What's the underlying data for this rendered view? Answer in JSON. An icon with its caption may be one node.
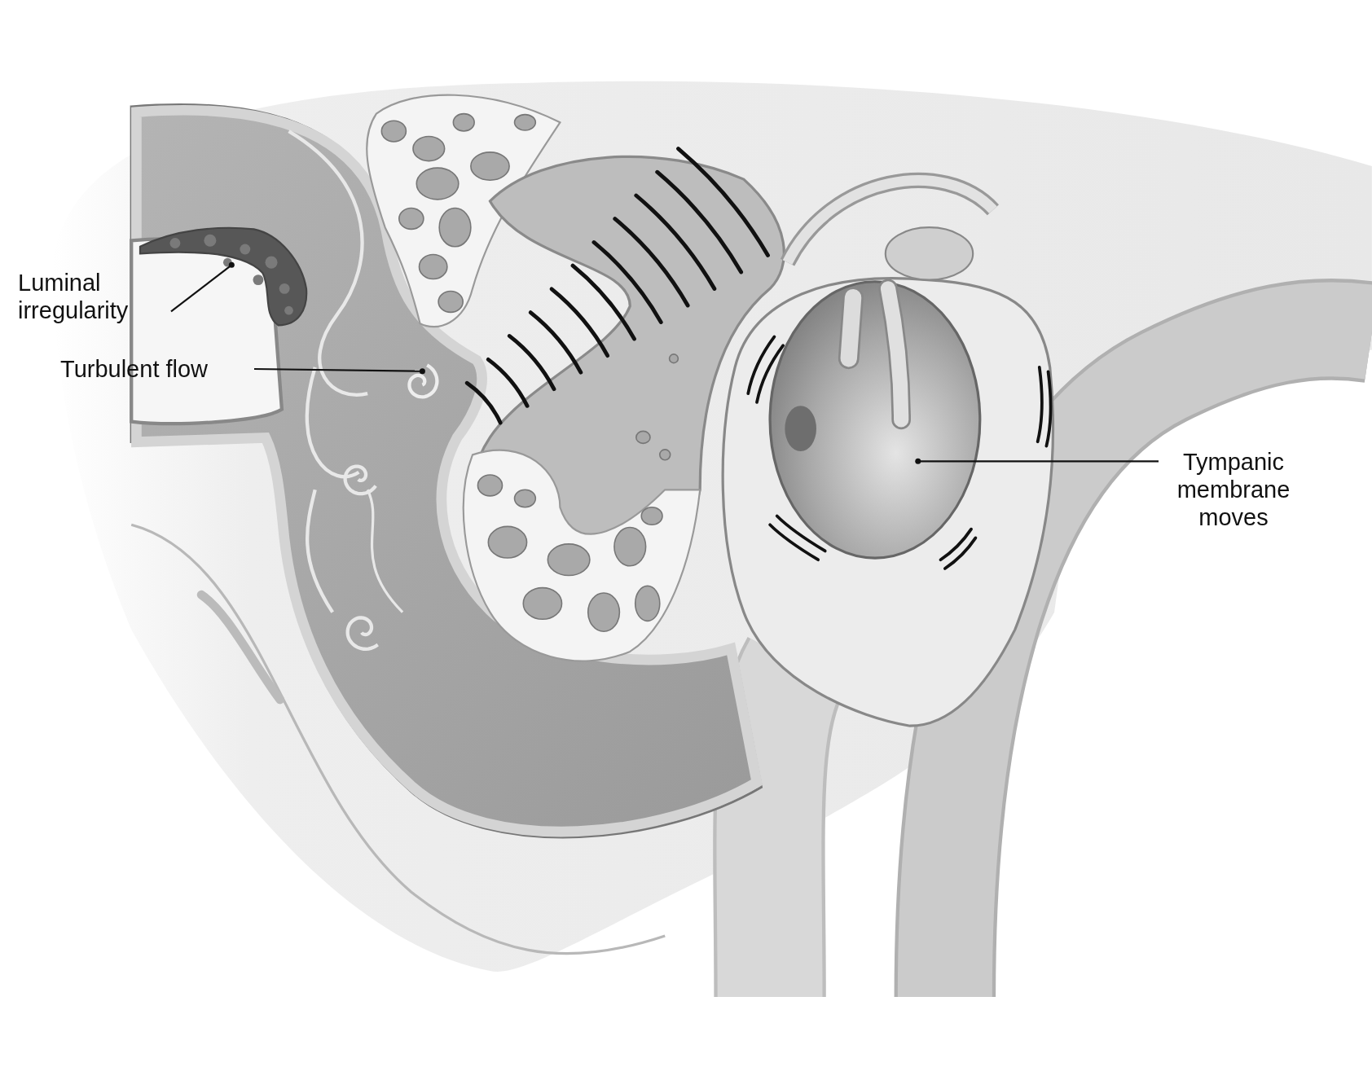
{
  "diagram": {
    "nodes": [
      {
        "text": [
          "Luminal irregularity"
        ]
      },
      {
        "text": [],
        "shape": "picture"
      },
      {
        "text": [
          "Turbulent flow"
        ]
      },
      {
        "text": [],
        "shape": "picture"
      },
      {
        "text": [
          "Tympanic membrane moves"
        ]
      },
      {
        "text": [],
        "shape": "picture"
      }
    ],
    "edges": [
      {
        "from": 0,
        "to": 1,
        "arrow": "other"
      },
      {
        "from": 2,
        "to": 3,
        "arrow": "other"
      },
      {
        "from": 4,
        "to": 5,
        "arrow": "other"
      }
    ]
  }
}
